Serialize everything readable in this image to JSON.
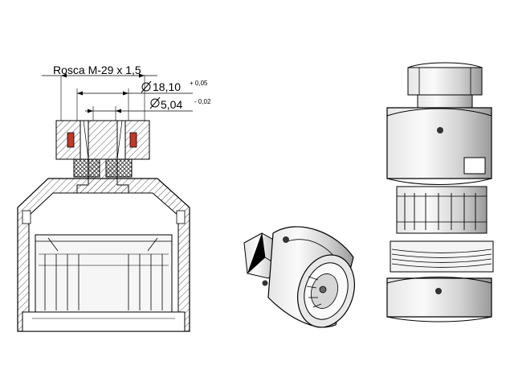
{
  "dimensions": {
    "thread": "Rosca M-29 x 1,5",
    "outer_diameter": {
      "value": "18,10",
      "tolerance": "+ 0,05"
    },
    "inner_diameter": {
      "value": "5,04",
      "tolerance": "- 0,02"
    }
  },
  "colors": {
    "line": "#000000",
    "hatch": "#555555",
    "seal_red": "#c0392b",
    "metal_light": "#f2f2f2",
    "metal_mid": "#cfcfcf",
    "metal_dark": "#8a8a8a"
  }
}
